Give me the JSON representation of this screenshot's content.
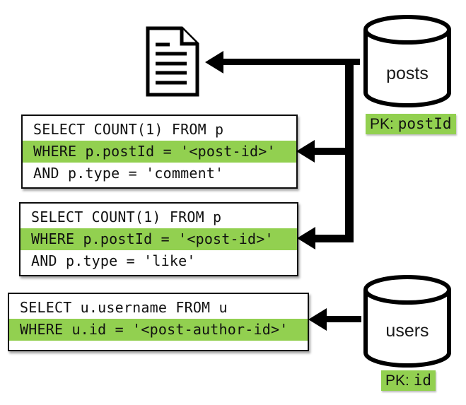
{
  "colors": {
    "highlight_green": "#92d050",
    "line_black": "#000000",
    "box_border": "#0d0d0d",
    "background": "#ffffff"
  },
  "icons": {
    "document": "document-icon",
    "posts_db": "database-cylinder-icon",
    "users_db": "database-cylinder-icon"
  },
  "queries": [
    {
      "lines": [
        {
          "text": "SELECT COUNT(1) FROM p",
          "highlighted": false
        },
        {
          "text": "WHERE p.postId = '<post-id>'",
          "highlighted": true
        },
        {
          "text": "AND p.type = 'comment'",
          "highlighted": false
        }
      ]
    },
    {
      "lines": [
        {
          "text": "SELECT COUNT(1) FROM p",
          "highlighted": false
        },
        {
          "text": "WHERE p.postId = '<post-id>'",
          "highlighted": true
        },
        {
          "text": "AND p.type = 'like'",
          "highlighted": false
        }
      ]
    },
    {
      "lines": [
        {
          "text": "SELECT u.username FROM u",
          "highlighted": false
        },
        {
          "text": "WHERE u.id = '<post-author-id>'",
          "highlighted": true
        }
      ]
    }
  ],
  "databases": [
    {
      "label": "posts",
      "pk_label": "PK: ",
      "pk_value": "postId"
    },
    {
      "label": "users",
      "pk_label": "PK: ",
      "pk_value": "id"
    }
  ]
}
